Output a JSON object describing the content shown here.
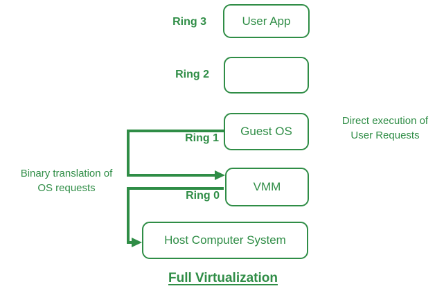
{
  "title": "Full Virtualization",
  "colors": {
    "diagram_green": "#2f8d46",
    "background": "#ffffff"
  },
  "rings": [
    {
      "label": "Ring 3",
      "box": "User App"
    },
    {
      "label": "Ring 2",
      "box": ""
    },
    {
      "label": "Ring 1",
      "box": "Guest OS"
    },
    {
      "label": "Ring 0",
      "box": "VMM"
    }
  ],
  "host_box": {
    "label": "Host Computer System"
  },
  "annotations": {
    "left": {
      "line1": "Binary translation of",
      "line2": "OS requests"
    },
    "right": {
      "line1": "Direct execution of",
      "line2": "User Requests"
    }
  }
}
